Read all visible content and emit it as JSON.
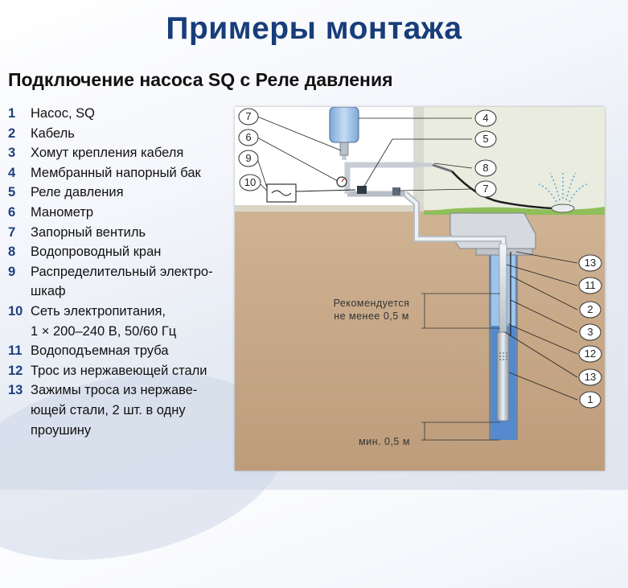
{
  "title": "Примеры  монтажа",
  "subtitle": "Подключение насоса SQ с Реле давления",
  "legend": [
    {
      "num": "1",
      "text": "Насос, SQ"
    },
    {
      "num": "2",
      "text": "Кабель"
    },
    {
      "num": "3",
      "text": "Хомут крепления кабеля"
    },
    {
      "num": "4",
      "text": "Мембранный напорный бак"
    },
    {
      "num": "5",
      "text": "Реле давления"
    },
    {
      "num": "6",
      "text": "Манометр"
    },
    {
      "num": "7",
      "text": "Запорный вентиль"
    },
    {
      "num": "8",
      "text": "Водопроводный кран"
    },
    {
      "num": "9",
      "text": "Распределительный электро-\nшкаф"
    },
    {
      "num": "10",
      "text": "Сеть электропитания,\n1 × 200–240 В, 50/60 Гц"
    },
    {
      "num": "11",
      "text": "Водоподъемная труба"
    },
    {
      "num": "12",
      "text": "Трос из нержавеющей стали"
    },
    {
      "num": "13",
      "text": "Зажимы троса из нержаве-\nющей стали, 2 шт. в одну\nпроушину"
    }
  ],
  "diagram": {
    "callouts_left": [
      "7",
      "6",
      "9",
      "10"
    ],
    "callouts_right": [
      "4",
      "5",
      "8",
      "7",
      "13",
      "11",
      "2",
      "3",
      "12",
      "13",
      "1"
    ],
    "note_recommended_line1": "Рекомендуется",
    "note_recommended_line2": "не менее 0,5 м",
    "note_min": "мин. 0,5 м"
  },
  "colors": {
    "title": "#173d7a",
    "legend_number": "#1e3f7e",
    "soil": "#c8a988",
    "water": "#2d6bbd",
    "tank": "#9cc0e4",
    "wall": "#e9ecde"
  }
}
